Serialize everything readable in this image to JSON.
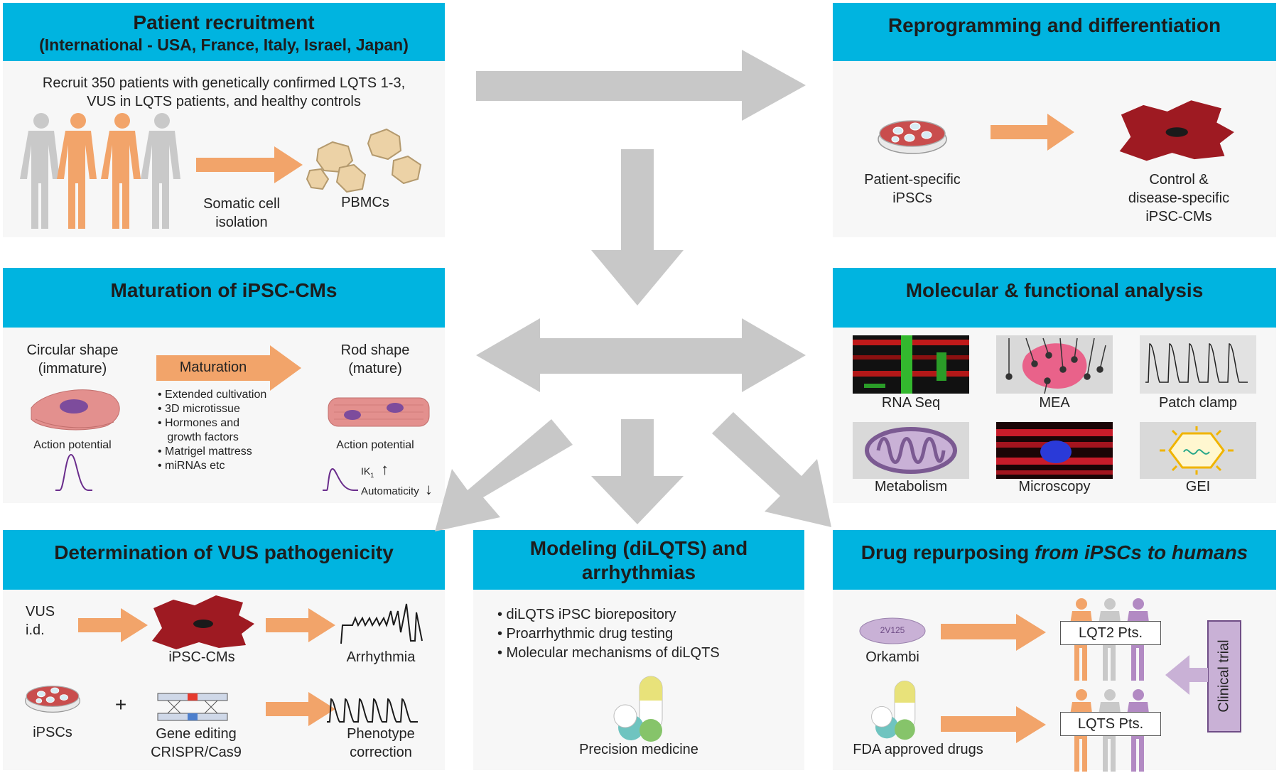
{
  "colors": {
    "header": "#00b4e0",
    "arrow_gray": "#c8c8c8",
    "arrow_orange": "#f2a46a",
    "cell_red": "#9e1a22",
    "dish": "#c94d4d",
    "skin": "#f2a46a",
    "purple_box": "#c9b1d6"
  },
  "recruit": {
    "title": "Patient recruitment",
    "subtitle": "(International - USA, France, Italy, Israel, Japan)",
    "desc1": "Recruit 350 patients with genetically confirmed LQTS 1-3,",
    "desc2": "VUS in LQTS patients, and healthy controls",
    "somatic1": "Somatic cell",
    "somatic2": "isolation",
    "pbmcs": "PBMCs"
  },
  "reprog": {
    "title": "Reprogramming and differentiation",
    "left1": "Patient-specific",
    "left2": "iPSCs",
    "right1": "Control &",
    "right2": "disease-specific",
    "right3": "iPSC-CMs"
  },
  "maturation": {
    "title": "Maturation of iPSC-CMs",
    "circ1": "Circular shape",
    "circ2": "(immature)",
    "rod1": "Rod shape",
    "rod2": "(mature)",
    "arrow_label": "Maturation",
    "bullets": [
      "• Extended cultivation",
      "• 3D microtissue",
      "• Hormones and",
      "   growth factors",
      "• Matrigel mattress",
      "• miRNAs etc"
    ],
    "ap_left": "Action potential",
    "ap_right": "Action potential",
    "ik1": "IK",
    "ik1_sub": "1",
    "ik_arrow": "↑",
    "automaticity": "Automaticity",
    "auto_arrow": "↓"
  },
  "molecular": {
    "title": "Molecular & functional analysis",
    "items": [
      "RNA Seq",
      "MEA",
      "Patch clamp",
      "Metabolism",
      "Microscopy",
      "GEI"
    ]
  },
  "vus": {
    "title": "Determination of VUS pathogenicity",
    "vus1": "VUS",
    "vus2": "i.d.",
    "ipsccms": "iPSC-CMs",
    "arrhythmia": "Arrhythmia",
    "ipscs": "iPSCs",
    "plus": "+",
    "gene1": "Gene editing",
    "gene2": "CRISPR/Cas9",
    "pheno1": "Phenotype",
    "pheno2": "correction"
  },
  "modeling": {
    "title1": "Modeling (diLQTS) and",
    "title2": "arrhythmias",
    "bullets": [
      "• diLQTS iPSC biorepository",
      "• Proarrhythmic drug testing",
      "• Molecular mechanisms of diLQTS"
    ],
    "precision": "Precision medicine"
  },
  "drug": {
    "title_plain": "Drug repurposing ",
    "title_italic": "from iPSCs to humans",
    "pill": "2V125",
    "orkambi": "Orkambi",
    "lqt2": "LQT2 Pts.",
    "lqts": "LQTS Pts.",
    "fda": "FDA approved drugs",
    "trial": "Clinical trial"
  }
}
